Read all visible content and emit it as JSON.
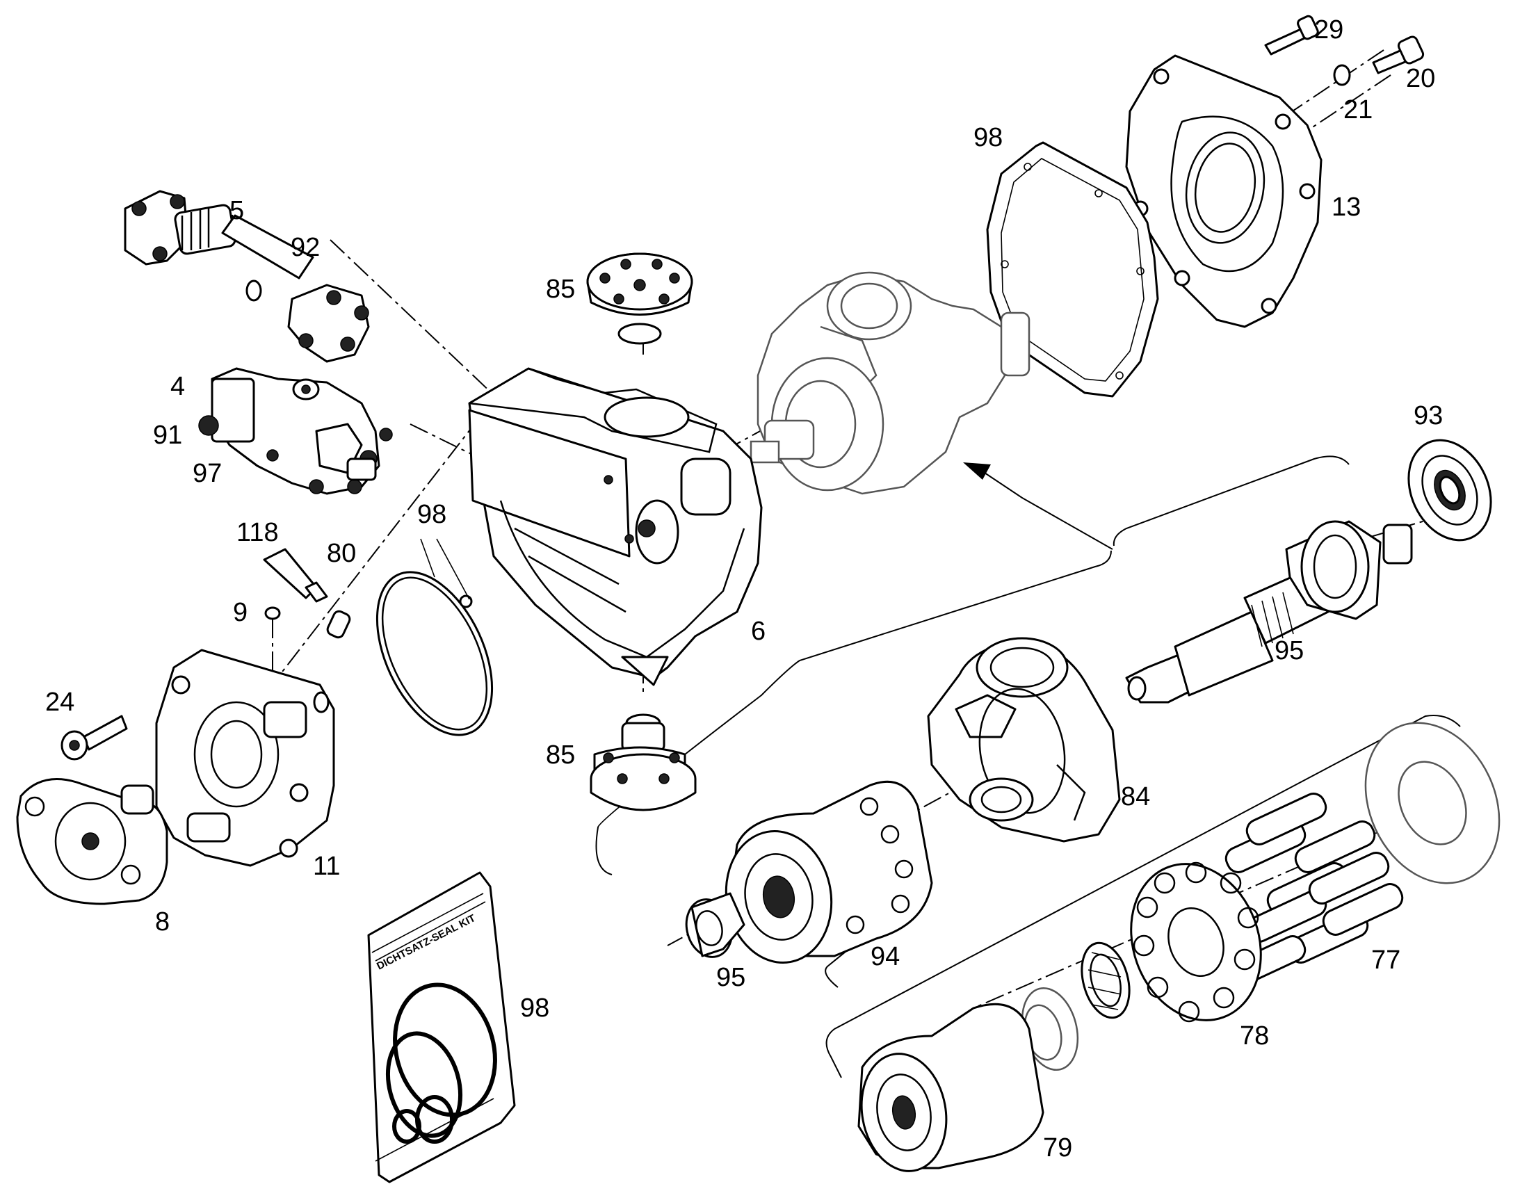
{
  "labels": {
    "p29": "29",
    "p20": "20",
    "p21": "21",
    "p98_gasket": "98",
    "p13": "13",
    "p5": "5",
    "p92": "92",
    "p85_top": "85",
    "p4": "4",
    "p91": "91",
    "p97": "97",
    "p93": "93",
    "p118": "118",
    "p80": "80",
    "p98_oring": "98",
    "p9": "9",
    "p6": "6",
    "p95_shaft": "95",
    "p24": "24",
    "p85_bottom": "85",
    "p84": "84",
    "p11": "11",
    "p8": "8",
    "p95_bearing": "95",
    "p94": "94",
    "p77": "77",
    "p98_kit": "98",
    "p78": "78",
    "p79": "79"
  },
  "seal_kit_text": "DICHTSATZ-SEAL KIT"
}
